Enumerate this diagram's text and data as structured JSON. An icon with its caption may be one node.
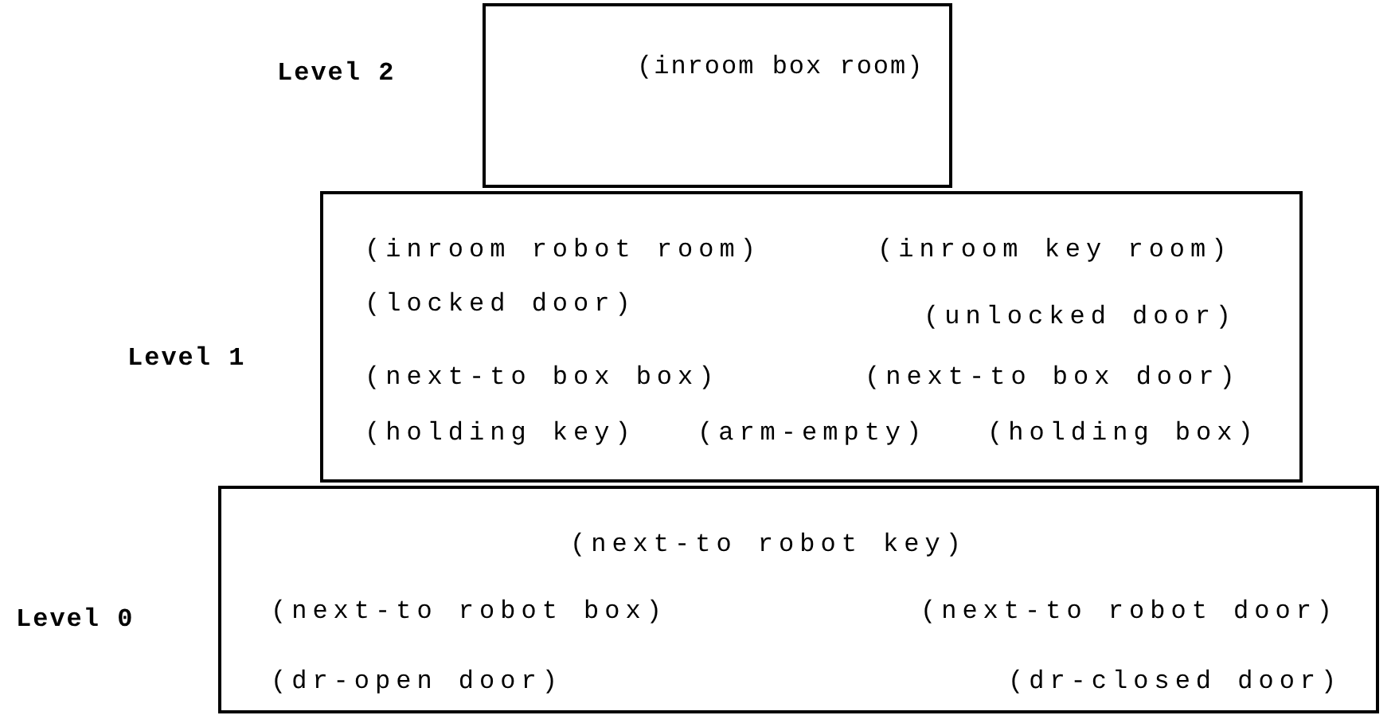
{
  "diagram": {
    "nodes": [
      {
        "text": [
          "(inroom box room)"
        ],
        "beside": [
          "Level 2"
        ]
      },
      {
        "text": [
          "(inroom robot room)",
          "(inroom key room)",
          "(locked door)",
          "(unlocked door)",
          "(next-to box box)",
          "(next-to box door)",
          "(holding key)",
          "(arm-empty)",
          "(holding box)"
        ],
        "beside": [
          "Level 1"
        ]
      },
      {
        "text": [
          "(next-to robot key)",
          "(next-to robot box)",
          "(next-to robot door)",
          "(dr-open door)",
          "(dr-closed door)"
        ],
        "beside": [
          "Level 0"
        ]
      }
    ]
  }
}
